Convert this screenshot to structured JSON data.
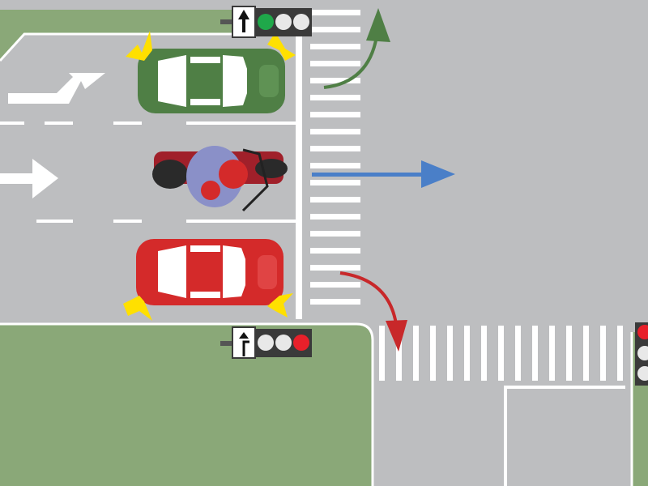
{
  "scene": {
    "colors": {
      "road": "#bdbec0",
      "grass": "#8aa878",
      "marking": "#ffffff",
      "green_car": "#4f7f45",
      "red_car": "#d42a2a",
      "indicator": "#ffe000",
      "blue_arrow": "#4a7fc8",
      "green_arrow": "#4f7f45",
      "red_arrow": "#c8282a",
      "light_housing": "#3a3a3a",
      "light_off": "#e8e8e8",
      "green_light": "#1fa84a",
      "red_light": "#e8202a"
    },
    "lane_arrows": [
      {
        "name": "lane-arrow-straight-right",
        "type": "straight"
      },
      {
        "name": "lane-arrow-straight-and-right",
        "type": "straight-right"
      }
    ],
    "vehicles": [
      {
        "name": "green-car",
        "type": "car",
        "color": "green",
        "indicators": "both-front"
      },
      {
        "name": "motorcycle-rider",
        "type": "motorcycle",
        "color": "red"
      },
      {
        "name": "red-car",
        "type": "car",
        "color": "red",
        "indicators": "both-rear"
      }
    ],
    "paths": [
      {
        "name": "green-car-path",
        "direction": "left-turn",
        "color": "green"
      },
      {
        "name": "motorcycle-path",
        "direction": "straight",
        "color": "blue"
      },
      {
        "name": "red-car-path",
        "direction": "right-turn",
        "color": "red"
      }
    ],
    "traffic_lights": [
      {
        "name": "traffic-light-top",
        "signal_arrow": "straight",
        "active": "green"
      },
      {
        "name": "traffic-light-bottom",
        "signal_arrow": "right-turn",
        "active": "red"
      },
      {
        "name": "traffic-light-right",
        "active": "red"
      }
    ]
  }
}
